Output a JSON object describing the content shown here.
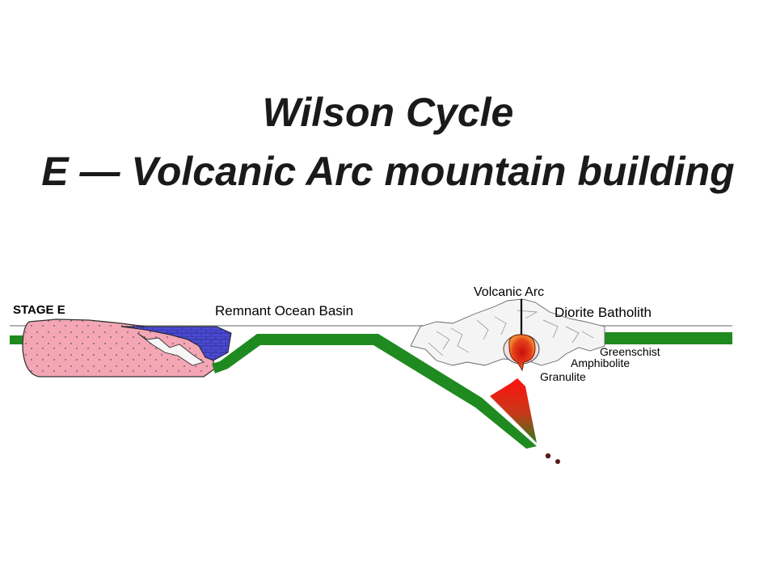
{
  "title": {
    "line1": "Wilson Cycle",
    "line2": "E — Volcanic Arc mountain building"
  },
  "diagram": {
    "stage_label": "STAGE E",
    "remnant_ocean_basin": "Remnant Ocean Basin",
    "volcanic_arc": "Volcanic Arc",
    "diorite_batholith": "Diorite Batholith",
    "greenschist": "Greenschist",
    "amphibolite": "Amphibolite",
    "granulite": "Granulite"
  },
  "colors": {
    "oceanic_crust": "#1f8a1f",
    "continent": "#f4a6b5",
    "sediment": "#4a4ad0",
    "magma": "#e02020",
    "batholith": "#e84a1a"
  }
}
